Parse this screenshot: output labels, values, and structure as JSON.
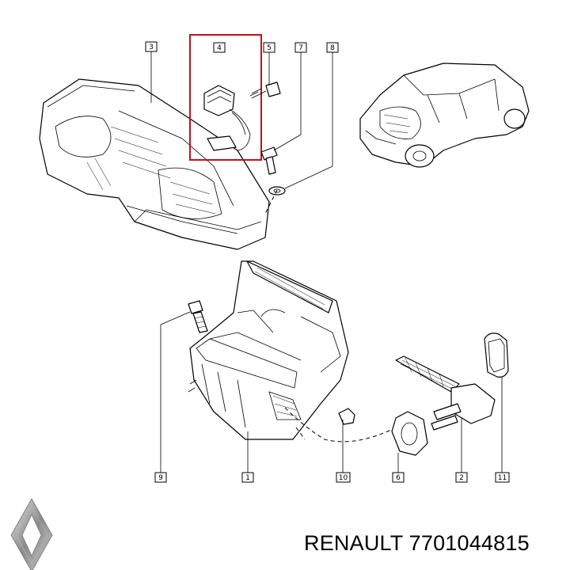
{
  "caption": "RENAULT 7701044815",
  "callouts": [
    {
      "id": "3",
      "label": "3"
    },
    {
      "id": "4",
      "label": "4"
    },
    {
      "id": "5",
      "label": "5"
    },
    {
      "id": "7",
      "label": "7"
    },
    {
      "id": "8",
      "label": "8"
    },
    {
      "id": "9",
      "label": "9"
    },
    {
      "id": "1",
      "label": "1"
    },
    {
      "id": "10",
      "label": "10"
    },
    {
      "id": "6",
      "label": "6"
    },
    {
      "id": "2",
      "label": "2"
    },
    {
      "id": "11",
      "label": "11"
    }
  ],
  "highlight_color": "#c0121c",
  "logo_icon": "renault-diamond-icon"
}
